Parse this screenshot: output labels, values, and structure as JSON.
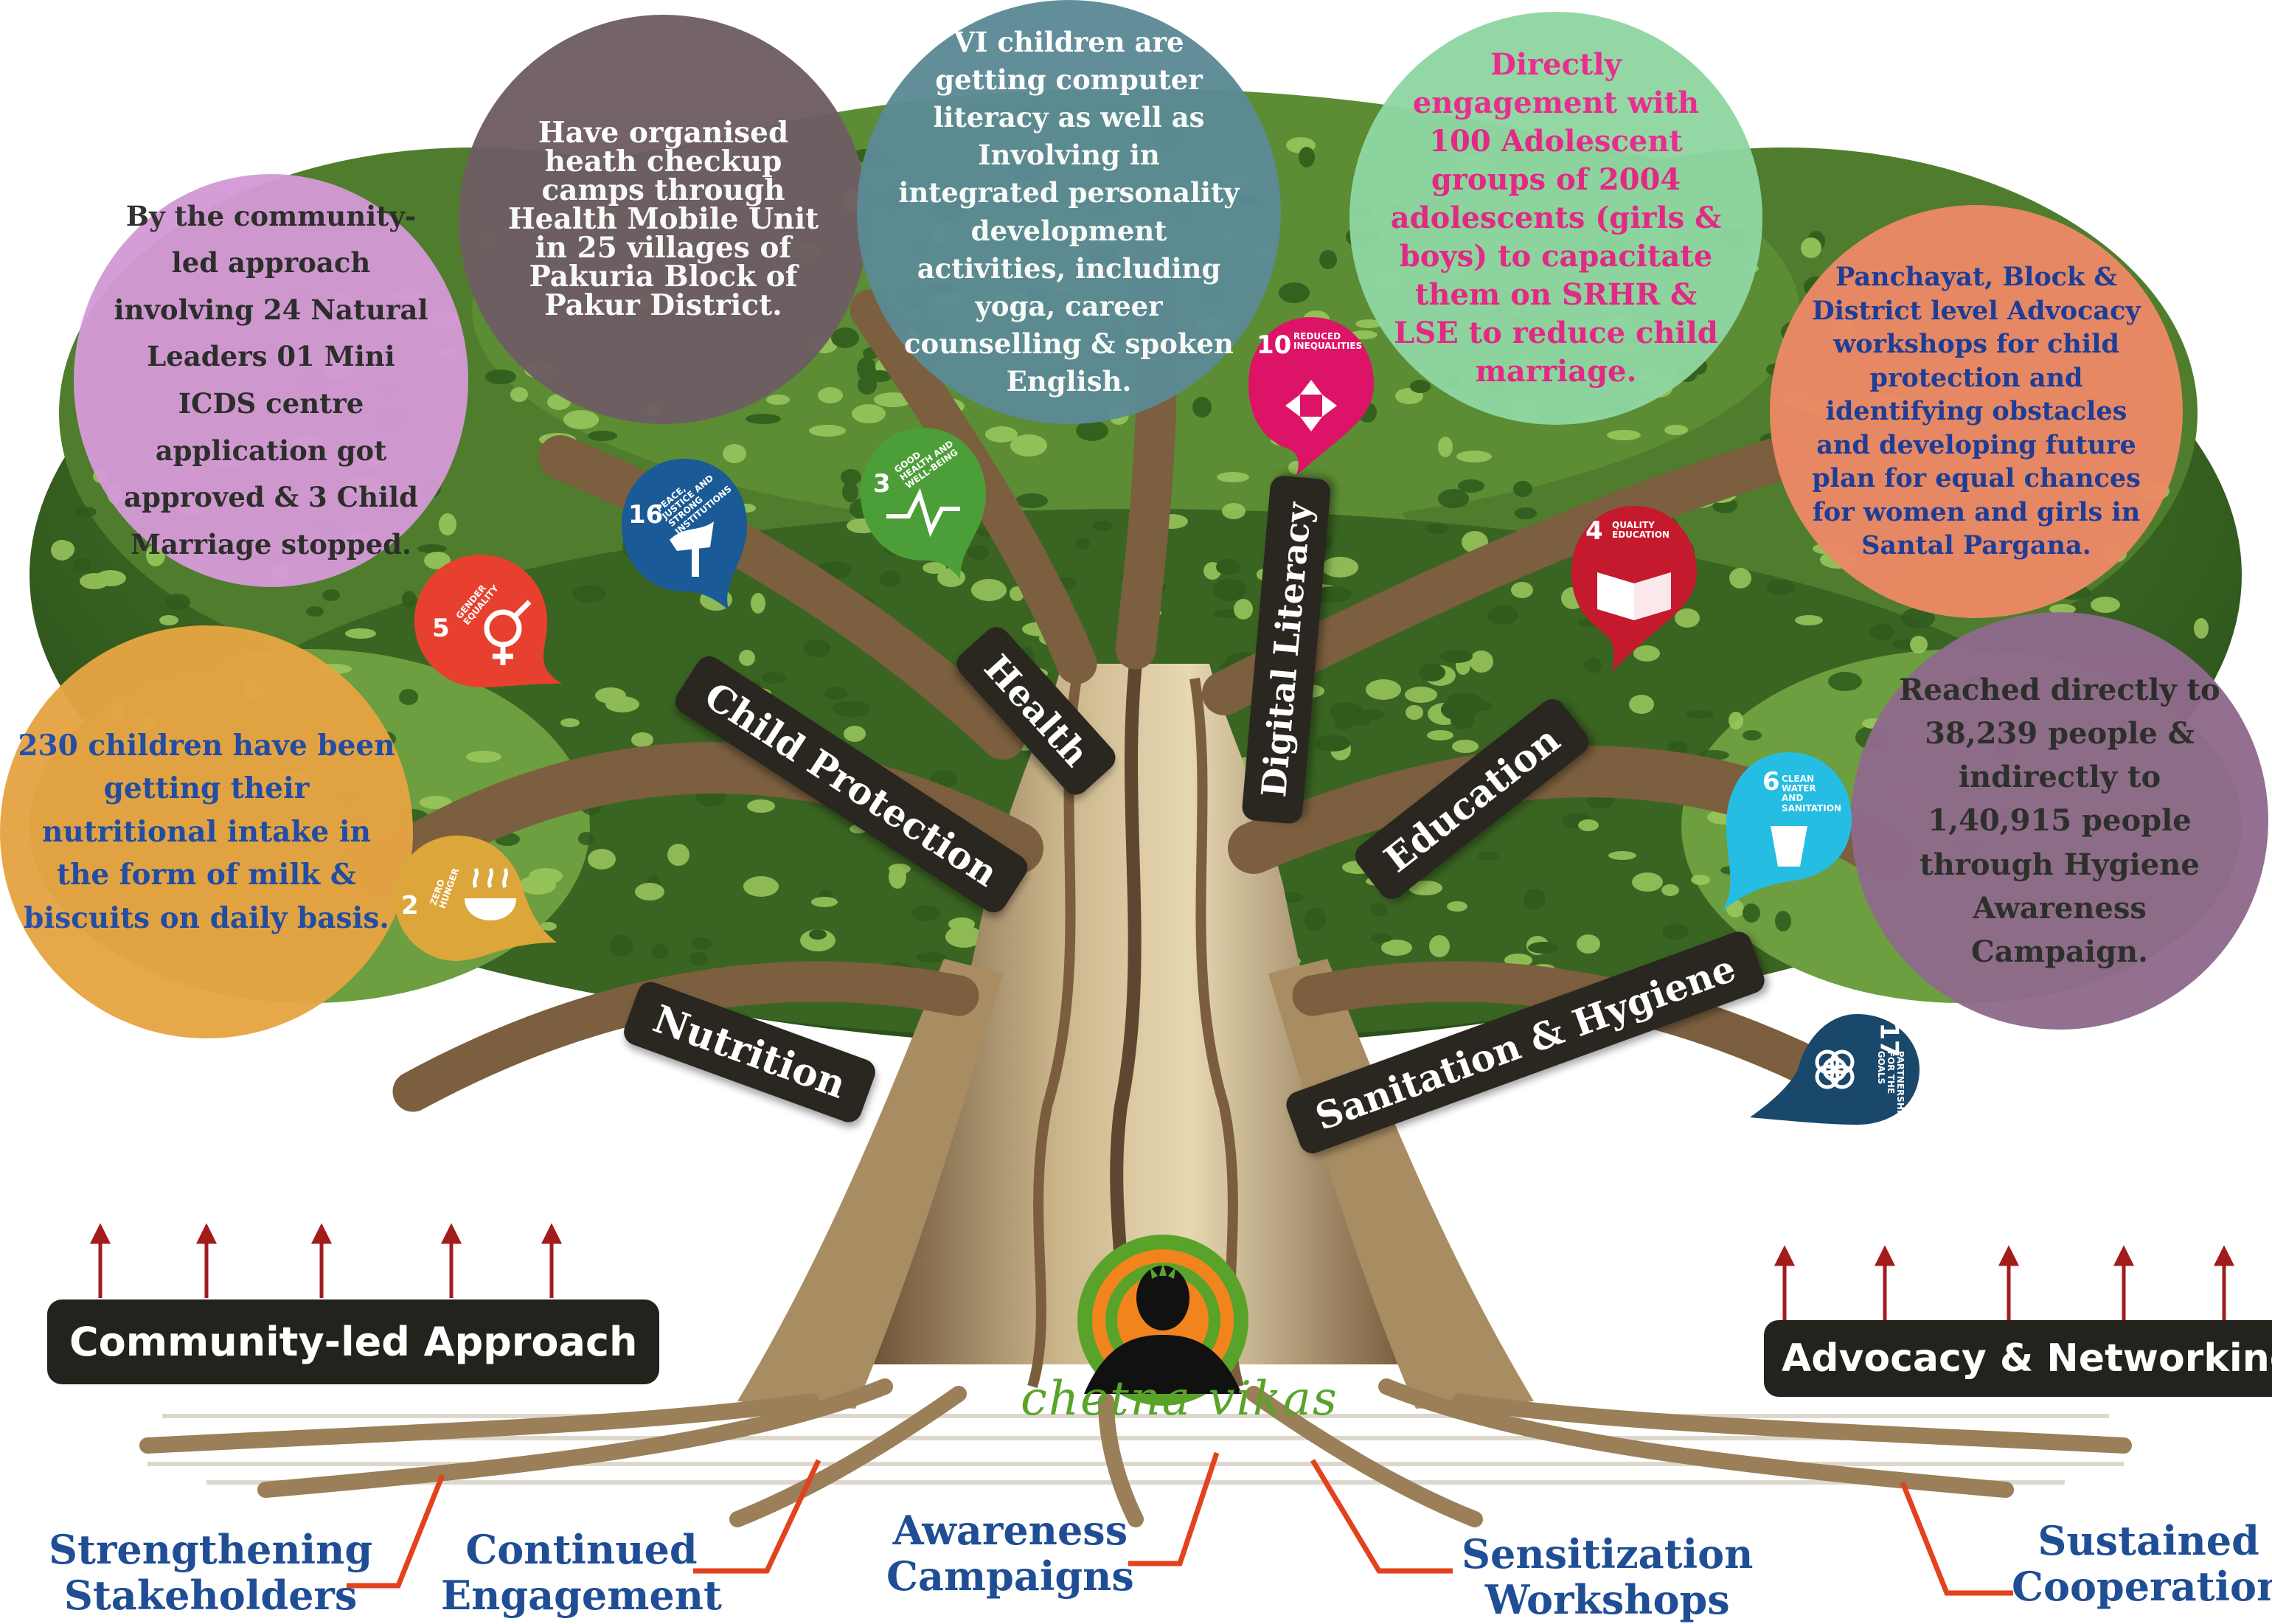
{
  "bubbles": [
    {
      "text": "By the community-led approach involving 24 Natural Leaders 01 Mini ICDS centre application got approved & 3 Child Marriage stopped.",
      "bg": "#d49ad6",
      "color": "#2b2b2b"
    },
    {
      "text": "Have organised heath checkup camps through Health Mobile Unit in 25 villages of Pakuria Block of Pakur District.",
      "bg": "#6e5d63",
      "color": "#ffffff"
    },
    {
      "text": "VI children are getting computer literacy as well as Involving in integrated personality development activities, including yoga, career counselling & spoken English.",
      "bg": "#5b8a95",
      "color": "#ffffff"
    },
    {
      "text": "Directly engagement with 100 Adolescent groups of 2004 adolescents (girls & boys) to capacitate them on SRHR & LSE to reduce child marriage.",
      "bg": "#8fd6a2",
      "color": "#e8268a"
    },
    {
      "text": "Panchayat, Block & District level Advocacy workshops for child protection and identifying obstacles and developing future plan for equal chances for women and girls in Santal Pargana.",
      "bg": "#ec8966",
      "color": "#1b3b9c"
    },
    {
      "text": "230 children have been getting their nutritional intake in the form of milk & biscuits on daily basis.",
      "bg": "#e6a443",
      "color": "#1f4aa8"
    },
    {
      "text": "Reached directly to 38,239 people & indirectly to 1,40,915 people through Hygiene Awareness Campaign.",
      "bg": "#8f6a8c",
      "color": "#2b2b2b"
    }
  ],
  "branches": {
    "child_protection": "Child Protection",
    "health": "Health",
    "digital_literacy": "Digital Literacy",
    "education": "Education",
    "nutrition": "Nutrition",
    "sanitation": "Sanitation & Hygiene"
  },
  "base": {
    "left": "Community-led Approach",
    "right": "Advocacy & Networking"
  },
  "roots": {
    "strengthening": [
      "Strengthening",
      "Stakeholders"
    ],
    "continued": [
      "Continued",
      "Engagement"
    ],
    "awareness": [
      "Awareness",
      "Campaigns"
    ],
    "sensitization": [
      "Sensitization",
      "Workshops"
    ],
    "sustained": [
      "Sustained",
      "Cooperation"
    ]
  },
  "pins": {
    "sdg5": {
      "num": "5",
      "label": "GENDER EQUALITY",
      "color": "#e8402e"
    },
    "sdg16": {
      "num": "16",
      "label": "PEACE, JUSTICE AND STRONG INSTITUTIONS",
      "color": "#1a5a96"
    },
    "sdg3": {
      "num": "3",
      "label": "GOOD HEALTH AND WELL-BEING",
      "color": "#4c9f38"
    },
    "sdg10": {
      "num": "10",
      "label": "REDUCED INEQUALITIES",
      "color": "#dd1367"
    },
    "sdg4": {
      "num": "4",
      "label": "QUALITY EDUCATION",
      "color": "#c5192d"
    },
    "sdg6": {
      "num": "6",
      "label": "CLEAN WATER AND SANITATION",
      "color": "#26bde2"
    },
    "sdg2": {
      "num": "2",
      "label": "ZERO HUNGER",
      "color": "#dda63a"
    },
    "sdg17": {
      "num": "17",
      "label": "PARTNERSHIPS FOR THE GOALS",
      "color": "#19486a"
    }
  },
  "logo": {
    "text": "chetna vikas"
  }
}
